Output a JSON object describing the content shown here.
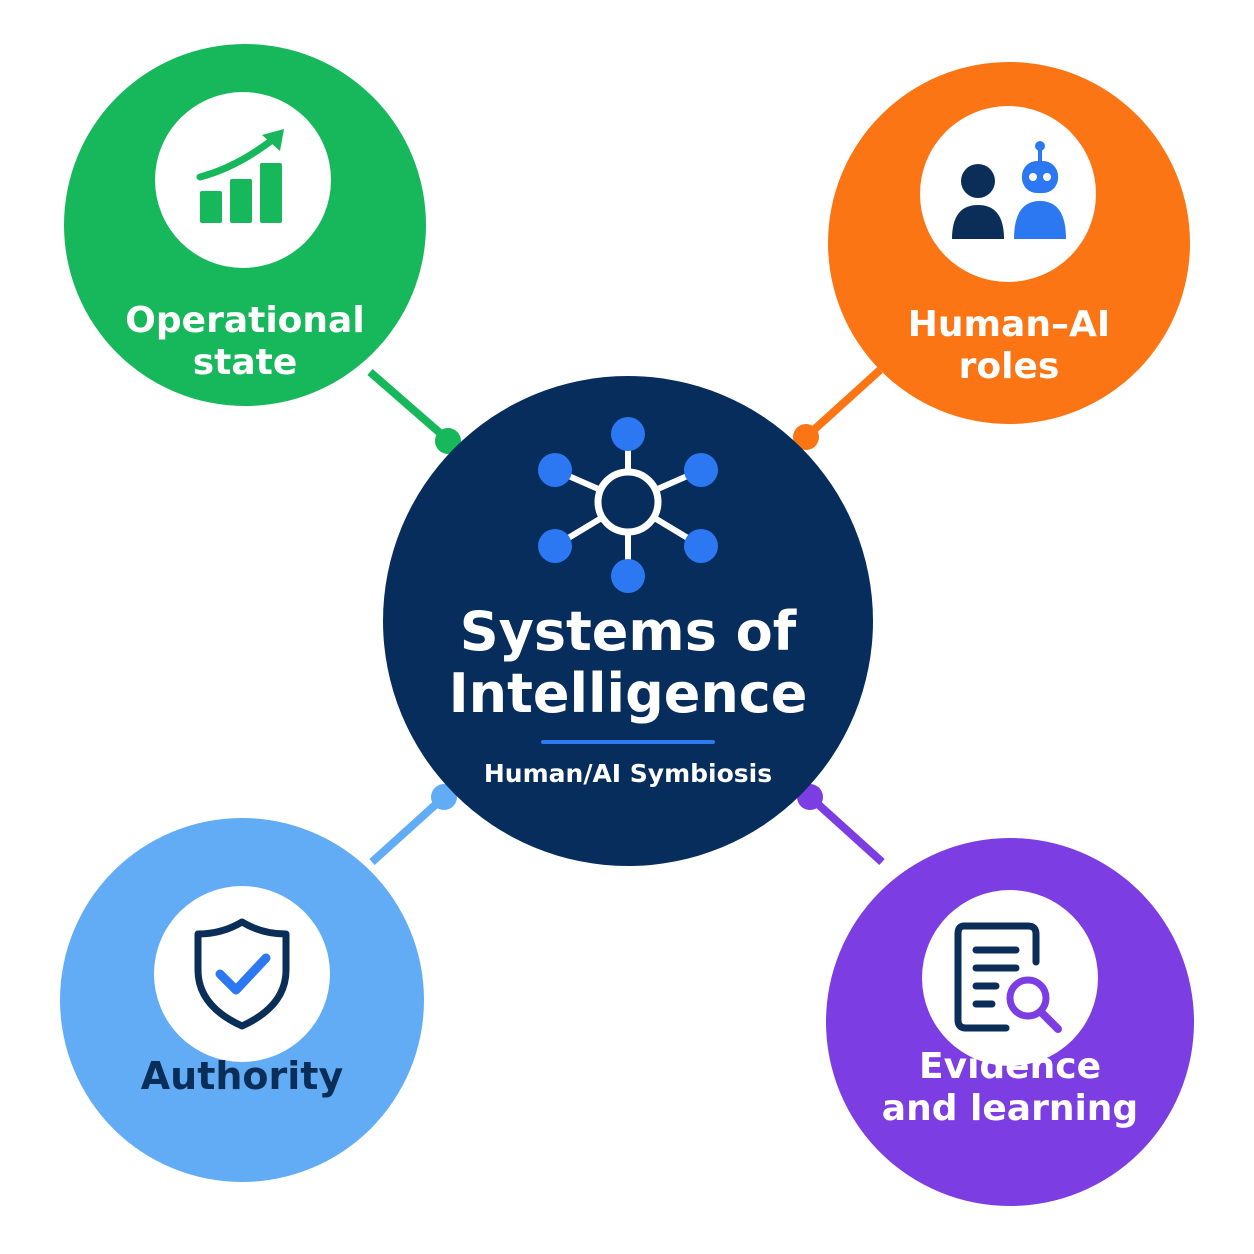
{
  "hub": {
    "title_line1": "Systems of",
    "title_line2": "Intelligence",
    "subtitle": "Human/AI Symbiosis",
    "icon": "network-hub-icon",
    "color": "#062d5b",
    "accent": "#2d7bf0"
  },
  "nodes": [
    {
      "id": "operational-state",
      "line1": "Operational",
      "line2": "state",
      "icon": "growth-chart-icon",
      "color": "#17b75b"
    },
    {
      "id": "human-ai-roles",
      "line1": "Human–AI",
      "line2": "roles",
      "icon": "human-and-robot-icon",
      "color": "#fb7514"
    },
    {
      "id": "authority",
      "line1": "Authority",
      "line2": "",
      "icon": "shield-check-icon",
      "color": "#62acf6"
    },
    {
      "id": "evidence-and-learning",
      "line1": "Evidence",
      "line2": "and learning",
      "icon": "document-search-icon",
      "color": "#7c3de2"
    }
  ]
}
